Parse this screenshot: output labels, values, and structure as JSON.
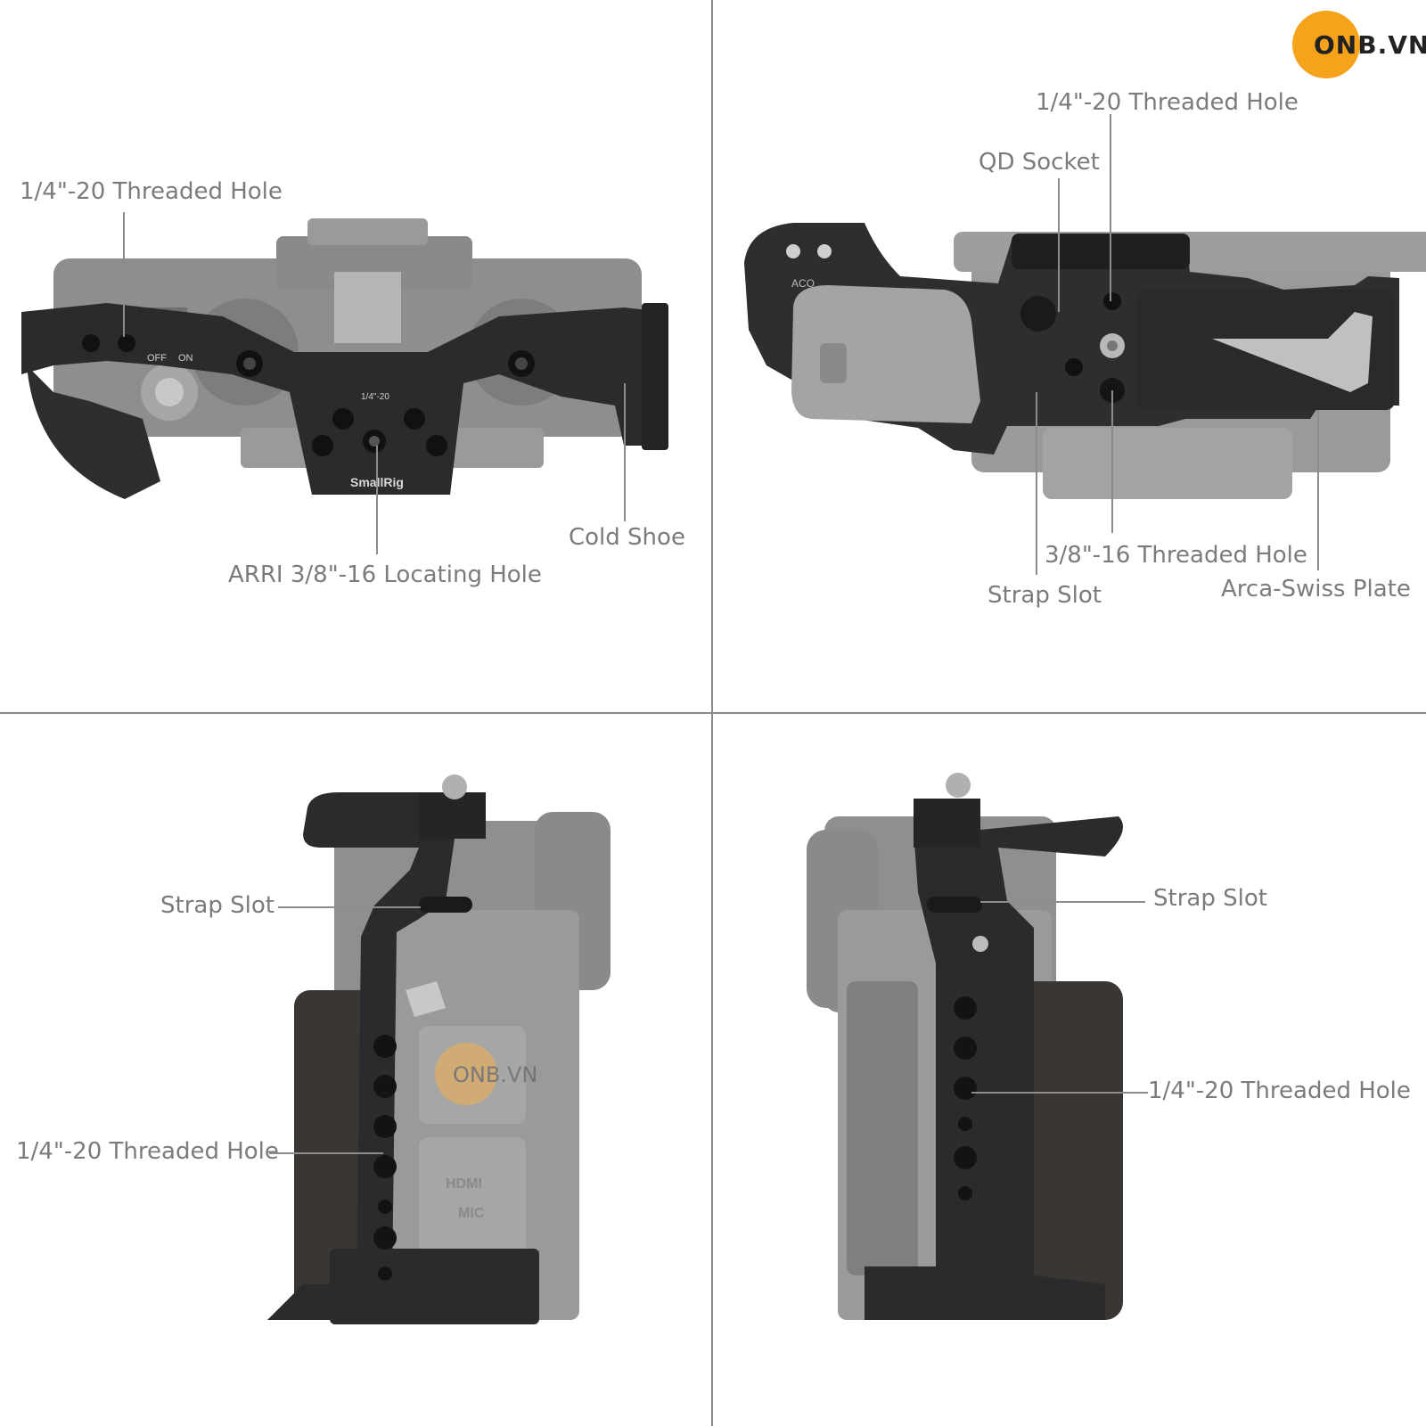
{
  "logo": {
    "text": "ONB.VN"
  },
  "watermark": {
    "text": "ONB.VN"
  },
  "top_left": {
    "labels": {
      "threaded_hole": "1/4\"-20 Threaded Hole",
      "cold_shoe": "Cold Shoe",
      "arri_hole": "ARRI 3/8\"-16 Locating Hole"
    },
    "engravings": {
      "brand": "SmallRig",
      "mark": "1/4\"-20",
      "off": "OFF",
      "on": "ON"
    }
  },
  "top_right": {
    "labels": {
      "threaded_hole_top": "1/4\"-20 Threaded Hole",
      "qd_socket": "QD Socket",
      "threaded_38": "3/8\"-16 Threaded Hole",
      "strap_slot": "Strap Slot",
      "arca_plate": "Arca-Swiss Plate"
    },
    "engravings": {
      "acc": "ACO"
    }
  },
  "bottom_left": {
    "labels": {
      "strap_slot": "Strap Slot",
      "threaded_hole": "1/4\"-20 Threaded Hole"
    },
    "engravings": {
      "hdmi": "HDMI",
      "mic": "MIC"
    }
  },
  "bottom_right": {
    "labels": {
      "strap_slot": "Strap Slot",
      "threaded_hole": "1/4\"-20 Threaded Hole"
    }
  },
  "colors": {
    "cage": "#2b2b2d",
    "camera": "#8f8f8f",
    "grip_wood": "#3a3634",
    "label": "#7b7b7b"
  }
}
